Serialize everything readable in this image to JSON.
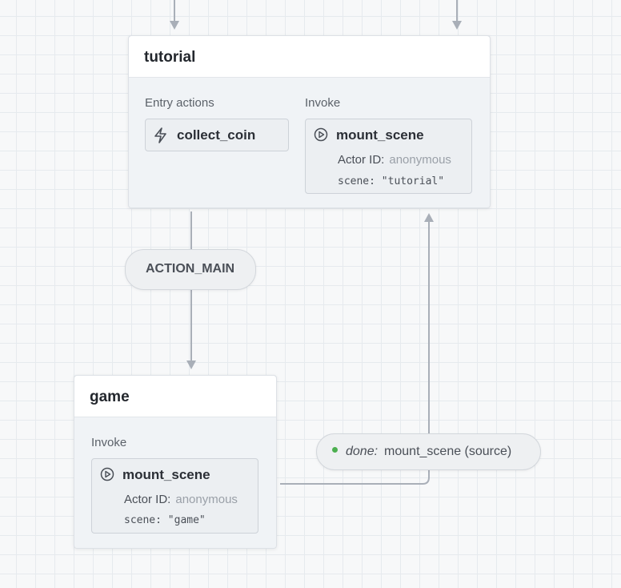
{
  "states": {
    "tutorial": {
      "title": "tutorial",
      "entry_label": "Entry actions",
      "entry_action": "collect_coin",
      "invoke_label": "Invoke",
      "invoke": {
        "name": "mount_scene",
        "actor_label": "Actor ID:",
        "actor_value": "anonymous",
        "param": "scene: \"tutorial\""
      }
    },
    "game": {
      "title": "game",
      "invoke_label": "Invoke",
      "invoke": {
        "name": "mount_scene",
        "actor_label": "Actor ID:",
        "actor_value": "anonymous",
        "param": "scene: \"game\""
      }
    }
  },
  "transitions": {
    "action_main": {
      "event": "ACTION_MAIN"
    },
    "done": {
      "keyword": "done:",
      "label": "mount_scene (source)"
    }
  },
  "colors": {
    "edge": "#a9afb8",
    "done_dot": "#4caf50"
  }
}
